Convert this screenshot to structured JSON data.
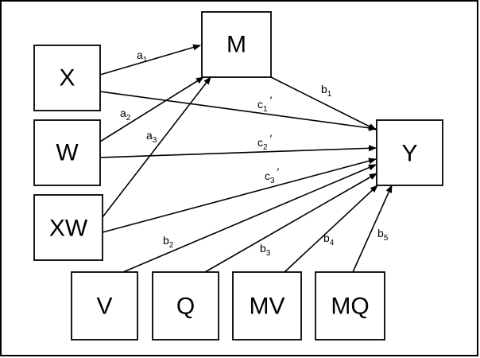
{
  "diagram": {
    "nodes": {
      "x": "X",
      "w": "W",
      "xw": "XW",
      "m": "M",
      "y": "Y",
      "v": "V",
      "q": "Q",
      "mv": "MV",
      "mq": "MQ"
    },
    "paths": {
      "a1": {
        "base": "a",
        "sub": "1",
        "prime": ""
      },
      "a2": {
        "base": "a",
        "sub": "2",
        "prime": ""
      },
      "a3": {
        "base": "a",
        "sub": "3",
        "prime": ""
      },
      "b1": {
        "base": "b",
        "sub": "1",
        "prime": ""
      },
      "b2": {
        "base": "b",
        "sub": "2",
        "prime": ""
      },
      "b3": {
        "base": "b",
        "sub": "3",
        "prime": ""
      },
      "b4": {
        "base": "b",
        "sub": "4",
        "prime": ""
      },
      "b5": {
        "base": "b",
        "sub": "5",
        "prime": ""
      },
      "c1": {
        "base": "c",
        "sub": "1",
        "prime": "′"
      },
      "c2": {
        "base": "c",
        "sub": "2",
        "prime": "′"
      },
      "c3": {
        "base": "c",
        "sub": "3",
        "prime": "′"
      }
    }
  }
}
